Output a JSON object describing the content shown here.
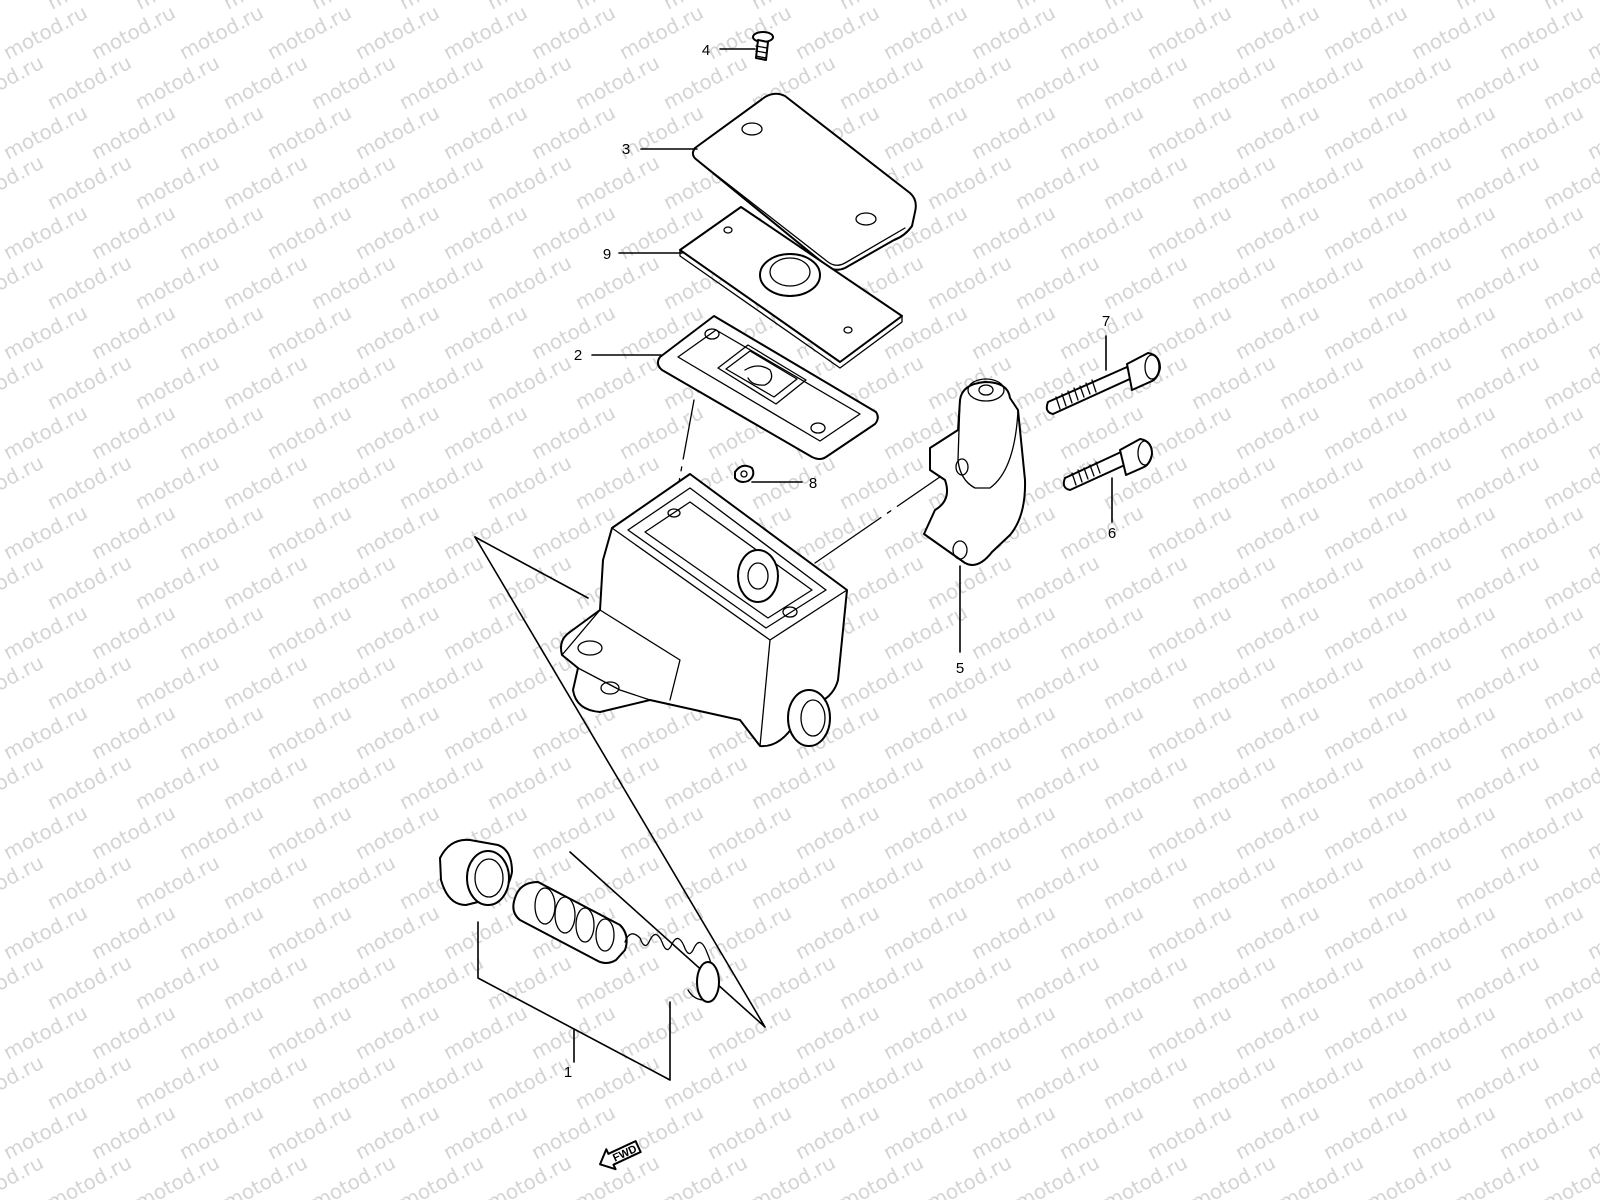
{
  "watermark": {
    "text": "motod.ru",
    "color": "#d4d4d4"
  },
  "callouts": [
    {
      "id": "1",
      "label": "1"
    },
    {
      "id": "2",
      "label": "2"
    },
    {
      "id": "3",
      "label": "3"
    },
    {
      "id": "4",
      "label": "4"
    },
    {
      "id": "5",
      "label": "5"
    },
    {
      "id": "6",
      "label": "6"
    },
    {
      "id": "7",
      "label": "7"
    },
    {
      "id": "8",
      "label": "8"
    },
    {
      "id": "9",
      "label": "9"
    }
  ],
  "fwd_arrow": {
    "label": "FWD"
  }
}
